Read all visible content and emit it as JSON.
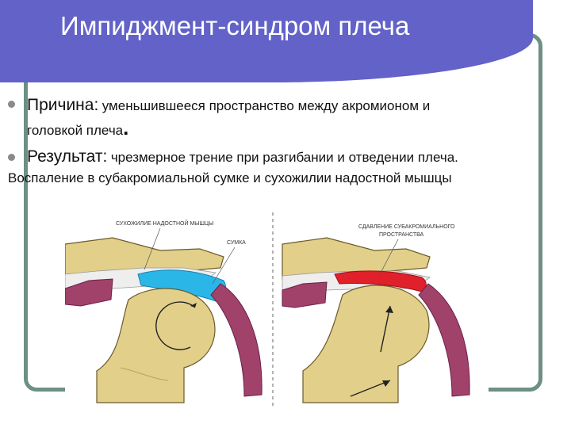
{
  "slide": {
    "title": "Импиджмент-синдром плеча",
    "bullets": [
      {
        "keyword": "Причина",
        "colon": ":",
        "text_line1": "уменьшившееся пространство между акромионом и",
        "text_line2": "головкой плеча",
        "end": "."
      },
      {
        "keyword": "Результат",
        "colon": ":",
        "text_line1": "чрезмерное трение при разгибании и отведении плеча.",
        "text_line2": "Воспаление в субакромиальной сумке и сухожилии надостной мышцы"
      }
    ]
  },
  "figure": {
    "left_labels": [
      "СУХОЖИЛИЕ НАДОСТНОЙ МЫШЦЫ",
      "СУМКА"
    ],
    "right_label_lines": [
      "СДАВЛЕНИЕ СУБАКРОМИАЛЬНОГО",
      "ПРОСТРАНСТВА"
    ]
  },
  "colors": {
    "title_band": "#6262c8",
    "frame": "#6e8f86",
    "bullet_dot": "#8a8a8a",
    "bone": "#e2cf8a",
    "muscle": "#a0426a",
    "bursa": "#2bb6e8",
    "compression": "#e0202a"
  }
}
